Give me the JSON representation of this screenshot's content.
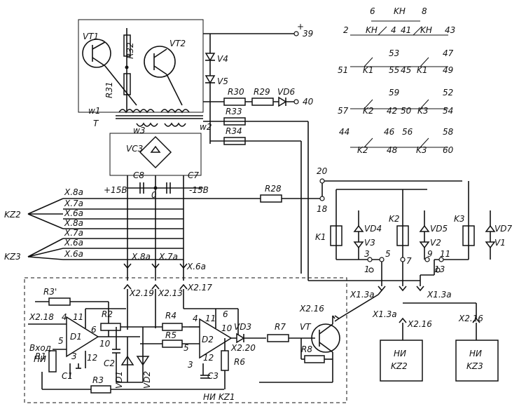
{
  "power": {
    "plus": "+",
    "n39": "39",
    "n40": "40",
    "p15": "+15B",
    "zero": "0",
    "m15": "-15B"
  },
  "transistors": {
    "vt1": "VT1",
    "vt2": "VT2",
    "vt": "VT"
  },
  "resistors": {
    "r32": "R32",
    "r31": "R31",
    "r30": "R30",
    "r29": "R29",
    "r33": "R33",
    "r34": "R34",
    "r28": "R28",
    "r3p": "R3'",
    "r2": "R2",
    "r4": "R4",
    "r5": "R5",
    "r1": "R1",
    "r3": "R3",
    "r7": "R7",
    "r8": "R8",
    "r6": "R6"
  },
  "diodes": {
    "v4": "V4",
    "v5": "V5",
    "vd6": "VD6",
    "vd4": "VD4",
    "v3": "V3",
    "vd5": "VD5",
    "v2": "V2",
    "vd7": "VD7",
    "v1": "V1",
    "vd1": "VD1",
    "vd2": "VD2",
    "vd3": "VD3",
    "vc3": "VC3"
  },
  "transformer": {
    "w1": "w1",
    "w2": "w2",
    "w3": "w3",
    "t": "T"
  },
  "capacitors": {
    "c8": "C8",
    "c7": "C7",
    "c1": "C1",
    "c2": "C2",
    "c3": "C3"
  },
  "connectors": {
    "x8a": "X.8a",
    "x7a": "X.7a",
    "x6a": "X.6a",
    "kz2": "KZ2",
    "kz3": "KZ3",
    "x219": "X2.19",
    "x213": "X2.13",
    "x217": "X2.17",
    "x13a": "X1.3a",
    "x216": "X2.16",
    "x218": "X2.18",
    "x220": "X2.20"
  },
  "relays": {
    "kh": "KH",
    "k1": "K1",
    "k2": "K2",
    "k3": "K3"
  },
  "nodes": {
    "n2": "2",
    "n4": "4",
    "n41": "41",
    "n43": "43",
    "n6": "6",
    "n8": "8",
    "n53": "53",
    "n47": "47",
    "n51": "51",
    "n55": "55",
    "n45": "45",
    "n49": "49",
    "n59": "59",
    "n52": "52",
    "n57": "57",
    "n42": "42",
    "n50": "50",
    "n54": "54",
    "n44": "44",
    "n46": "46",
    "n56": "56",
    "n58": "58",
    "n48": "48",
    "n60": "60",
    "n20": "20",
    "n18": "18",
    "n3": "3",
    "n5": "5",
    "n1": "1",
    "n7": "7",
    "n9": "9",
    "n11": "11",
    "n13": "13"
  },
  "opamps": {
    "d1": "D1",
    "d2": "D2",
    "d1_p4": "4",
    "d1_p11": "11",
    "d1_p6": "6",
    "d1_p5": "5",
    "d1_p10": "10",
    "d1_p3": "3",
    "d1_p12": "12",
    "d2_p4": "4",
    "d2_p11": "11",
    "d2_p6": "6",
    "d2_p5": "5",
    "d2_p10": "10",
    "d2_p3": "3",
    "d2_p12": "12"
  },
  "labels": {
    "input": "Вход",
    "hi": "НИ",
    "block": "НИ KZ1",
    "hi2": "НИ",
    "kz2": "KZ2",
    "hi3": "НИ",
    "kz3": "KZ3"
  }
}
